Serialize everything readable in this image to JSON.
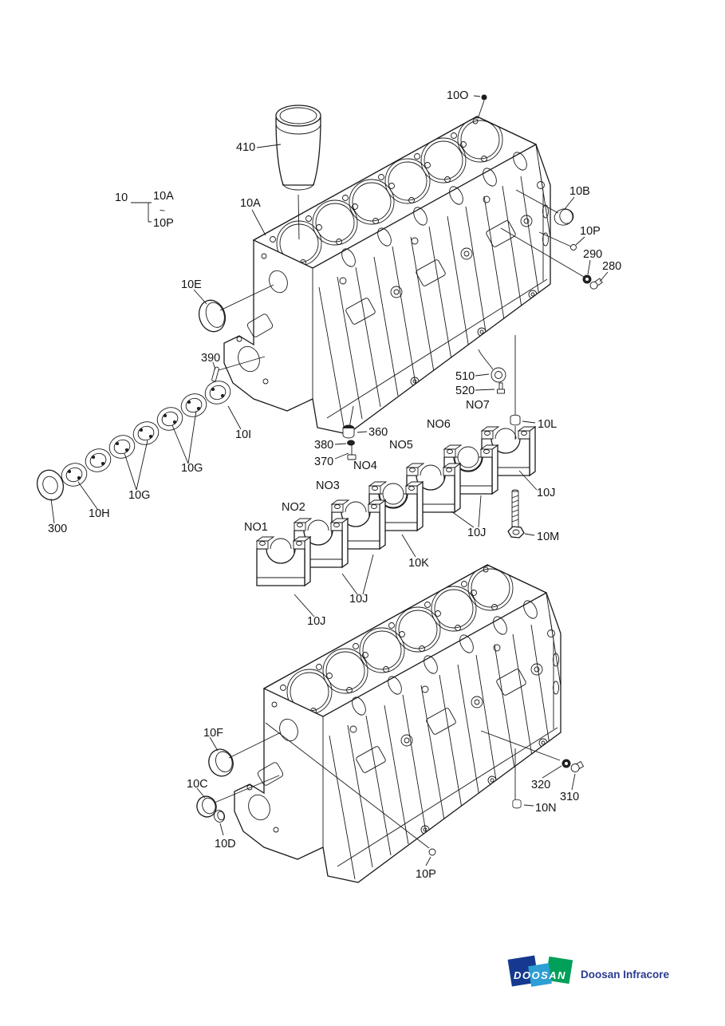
{
  "footer": {
    "logo_text": "DOOSAN",
    "company": "Doosan Infracore",
    "colors": {
      "navy": "#16398F",
      "sky": "#2E9FD4",
      "green": "#00A05A",
      "text": "#2B3B90"
    }
  },
  "line_color": "#1a1a1a",
  "labels": [
    {
      "id": "10O",
      "text": "10O"
    },
    {
      "id": "410",
      "text": "410"
    },
    {
      "id": "10",
      "text": "10"
    },
    {
      "id": "10A-range-top",
      "text": "10A"
    },
    {
      "id": "range-tilde",
      "text": "~"
    },
    {
      "id": "10P-range-bottom",
      "text": "10P"
    },
    {
      "id": "10A",
      "text": "10A"
    },
    {
      "id": "10B",
      "text": "10B"
    },
    {
      "id": "10P-upper",
      "text": "10P"
    },
    {
      "id": "290",
      "text": "290"
    },
    {
      "id": "280",
      "text": "280"
    },
    {
      "id": "10E",
      "text": "10E"
    },
    {
      "id": "390",
      "text": "390"
    },
    {
      "id": "510",
      "text": "510"
    },
    {
      "id": "520",
      "text": "520"
    },
    {
      "id": "NO7",
      "text": "NO7"
    },
    {
      "id": "10L",
      "text": "10L"
    },
    {
      "id": "NO6",
      "text": "NO6"
    },
    {
      "id": "360",
      "text": "360"
    },
    {
      "id": "NO5",
      "text": "NO5"
    },
    {
      "id": "380",
      "text": "380"
    },
    {
      "id": "370",
      "text": "370"
    },
    {
      "id": "NO4",
      "text": "NO4"
    },
    {
      "id": "NO3",
      "text": "NO3"
    },
    {
      "id": "NO2",
      "text": "NO2"
    },
    {
      "id": "NO1",
      "text": "NO1"
    },
    {
      "id": "10I",
      "text": "10I"
    },
    {
      "id": "10G-right",
      "text": "10G"
    },
    {
      "id": "10G-left",
      "text": "10G"
    },
    {
      "id": "10H",
      "text": "10H"
    },
    {
      "id": "300",
      "text": "300"
    },
    {
      "id": "10J-no7",
      "text": "10J"
    },
    {
      "id": "10M",
      "text": "10M"
    },
    {
      "id": "10J-no56",
      "text": "10J"
    },
    {
      "id": "10K",
      "text": "10K"
    },
    {
      "id": "10J-no23",
      "text": "10J"
    },
    {
      "id": "10J-no1",
      "text": "10J"
    },
    {
      "id": "10F",
      "text": "10F"
    },
    {
      "id": "10C",
      "text": "10C"
    },
    {
      "id": "10D",
      "text": "10D"
    },
    {
      "id": "320",
      "text": "320"
    },
    {
      "id": "310",
      "text": "310"
    },
    {
      "id": "10N",
      "text": "10N"
    },
    {
      "id": "10P-bottom",
      "text": "10P"
    }
  ]
}
